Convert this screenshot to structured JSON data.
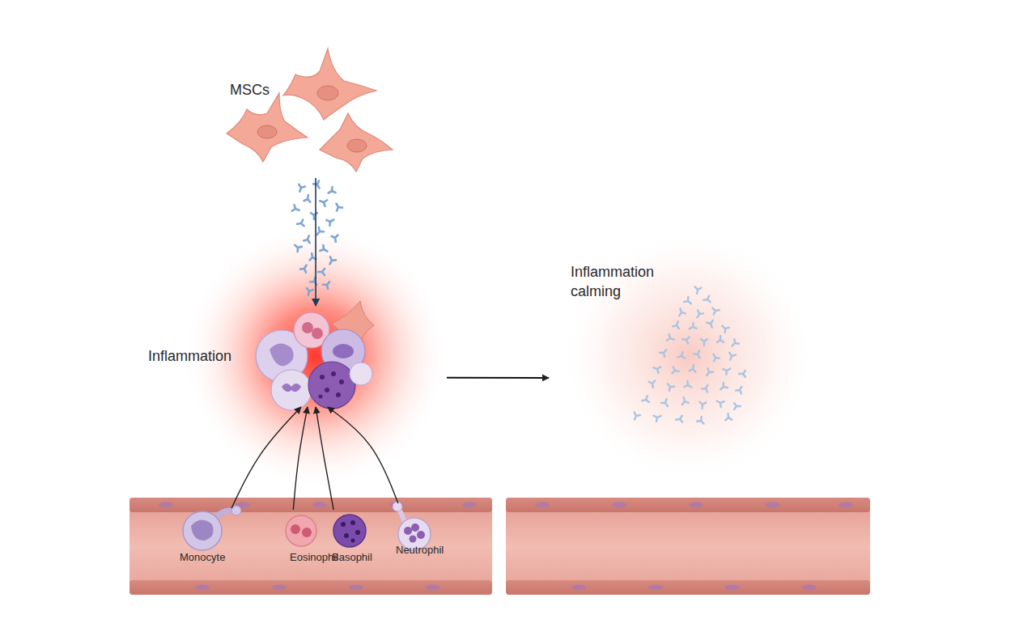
{
  "diagram": {
    "nodes": [
      {
        "text": [
          "MSCs"
        ]
      },
      {
        "text": [
          "Inflammation"
        ]
      },
      {
        "text": [
          "Inflammation calming"
        ]
      },
      {
        "text": [
          "Monocyte"
        ]
      },
      {
        "text": [
          "Eosinophil"
        ]
      },
      {
        "text": [
          "Basophil"
        ]
      },
      {
        "text": [
          "Neutrophil"
        ]
      }
    ],
    "edges": [
      {
        "from": 0,
        "to": 1,
        "arrow": "to"
      },
      {
        "from": 3,
        "to": 1,
        "arrow": "to"
      },
      {
        "from": 4,
        "to": 1,
        "arrow": "to"
      },
      {
        "from": 5,
        "to": 1,
        "arrow": "to"
      },
      {
        "from": 6,
        "to": 1,
        "arrow": "to"
      },
      {
        "from": 1,
        "to": 2,
        "arrow": "to"
      }
    ]
  }
}
